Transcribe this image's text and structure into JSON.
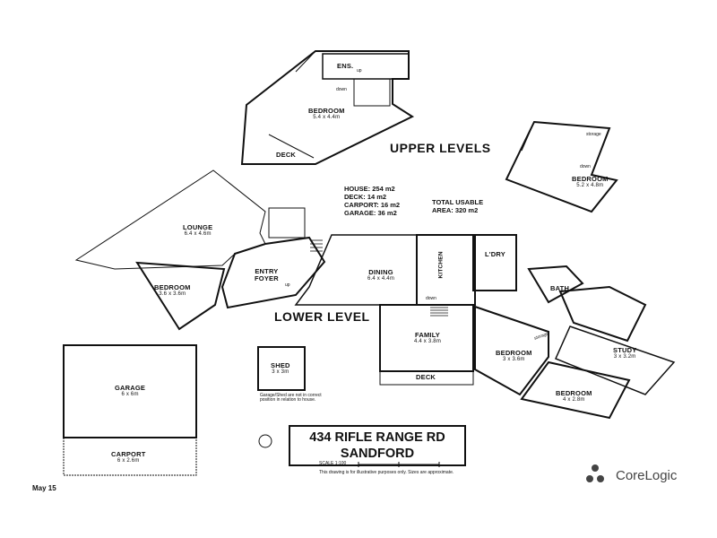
{
  "headings": {
    "upper": "UPPER LEVELS",
    "lower": "LOWER LEVEL"
  },
  "areas": {
    "house": "HOUSE: 254 m2",
    "deck": "DECK: 14 m2",
    "carport": "CARPORT: 16 m2",
    "garage": "GARAGE: 36 m2",
    "total_1": "TOTAL USABLE",
    "total_2": "AREA: 320 m2"
  },
  "rooms": {
    "ens": "ENS.",
    "bedroom_upper": {
      "name": "BEDROOM",
      "dim": "5.4 x 4.4m"
    },
    "deck_upper": "DECK",
    "bedroom_upper_right": {
      "name": "BEDROOM",
      "dim": "5.2 x 4.8m"
    },
    "storage": "storage",
    "lounge": {
      "name": "LOUNGE",
      "dim": "6.4 x 4.6m"
    },
    "bedroom_lower_left": {
      "name": "BEDROOM",
      "dim": "3.6 x 3.6m"
    },
    "entry": "ENTRY",
    "foyer": "FOYER",
    "dining": {
      "name": "DINING",
      "dim": "6.4 x 4.4m"
    },
    "kitchen": "KITCHEN",
    "laundry": "L'DRY",
    "bath": "BATH",
    "family": {
      "name": "FAMILY",
      "dim": "4.4 x 3.8m"
    },
    "deck_lower": "DECK",
    "bedroom_center": {
      "name": "BEDROOM",
      "dim": "3 x 3.6m"
    },
    "study": {
      "name": "STUDY",
      "dim": "3 x 3.2m"
    },
    "bedroom_bottom": {
      "name": "BEDROOM",
      "dim": "4 x 2.8m"
    },
    "garage": {
      "name": "GARAGE",
      "dim": "6 x 6m"
    },
    "carport": {
      "name": "CARPORT",
      "dim": "6 x 2.6m"
    },
    "shed": {
      "name": "SHED",
      "dim": "3 x 3m"
    }
  },
  "stair_labels": {
    "up_upper": "up",
    "down_upper": "down",
    "down_lower": "down",
    "up_entry": "up",
    "down_right": "down",
    "storage_lower": "storage"
  },
  "shed_note": "Garage/Shed are not in correct position in relation to house.",
  "scale": "SCALE 1:100",
  "disclaimer": "This drawing is for illustrative purposes only. Sizes are approximate.",
  "address": {
    "line1": "434 RIFLE RANGE RD",
    "line2": "SANDFORD"
  },
  "date": "May 15",
  "brand": "CoreLogic",
  "colors": {
    "line": "#111111",
    "brand_text": "#444444"
  }
}
